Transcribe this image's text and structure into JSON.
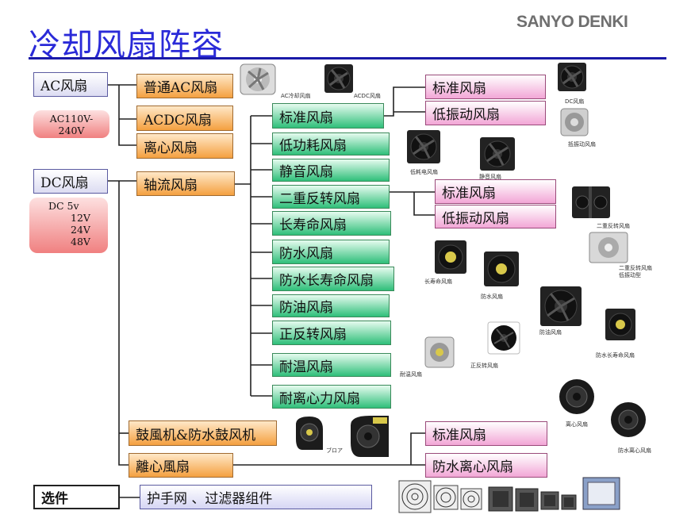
{
  "header": {
    "title": "冷却风扇阵容",
    "brand": "SANYO DENKI"
  },
  "left": {
    "ac": "AC风扇",
    "ac_voltage": [
      "AC110V-",
      "240V"
    ],
    "dc": "DC风扇",
    "dc_voltage": [
      "DC   5v",
      "12V",
      "24V",
      "48V"
    ]
  },
  "orange": {
    "general_ac": "普通AC风扇",
    "acdc": "ACDC风扇",
    "centrifugal": "离心风扇",
    "axial": "轴流风扇",
    "blower": "鼓風机&防水鼓风机",
    "centrifugal2": "離心風扇"
  },
  "green": [
    "标准风扇",
    "低功耗风扇",
    "静音风扇",
    "二重反转风扇",
    "长寿命风扇",
    "防水风扇",
    "防水长寿命风扇",
    "防油风扇",
    "正反转风扇",
    "耐温风扇",
    "耐离心力风扇"
  ],
  "pink": {
    "std1": "标准风扇",
    "lowvib1": "低振动风扇",
    "std2": "标准风扇",
    "lowvib2": "低振动风扇",
    "std3": "标准风扇",
    "waterproof_cent": "防水离心风扇"
  },
  "options": {
    "label": "选件",
    "value": "护手网 、过滤器组件"
  },
  "captions": {
    "ac_fan": "AC冷却风扇",
    "acdc_fan": "ACDC风扇",
    "dc_fan": "DC风扇",
    "lowvib": "抵振动风扇",
    "lowpower": "低耗电风扇",
    "silent": "静音风扇",
    "counter": "二重反转风扇",
    "counter_lowvib": [
      "二重反转风扇",
      "低振动型"
    ],
    "longlife": "长寿命风扇",
    "waterproof": "防水风扇",
    "oilproof": "防油风扇",
    "wp_longlife": "防水长寿命风扇",
    "reversible": "正反转风扇",
    "heat": "耐温风扇",
    "centrifugal": "离心风扇",
    "wp_centrifugal": "防水离心风扇",
    "blower": "ブロア"
  },
  "colors": {
    "title": "#2a2ad8",
    "rule": "#1a1aa8",
    "orange": "#f4a040",
    "green": "#2fbf7a",
    "pink": "#f2a6d6"
  }
}
